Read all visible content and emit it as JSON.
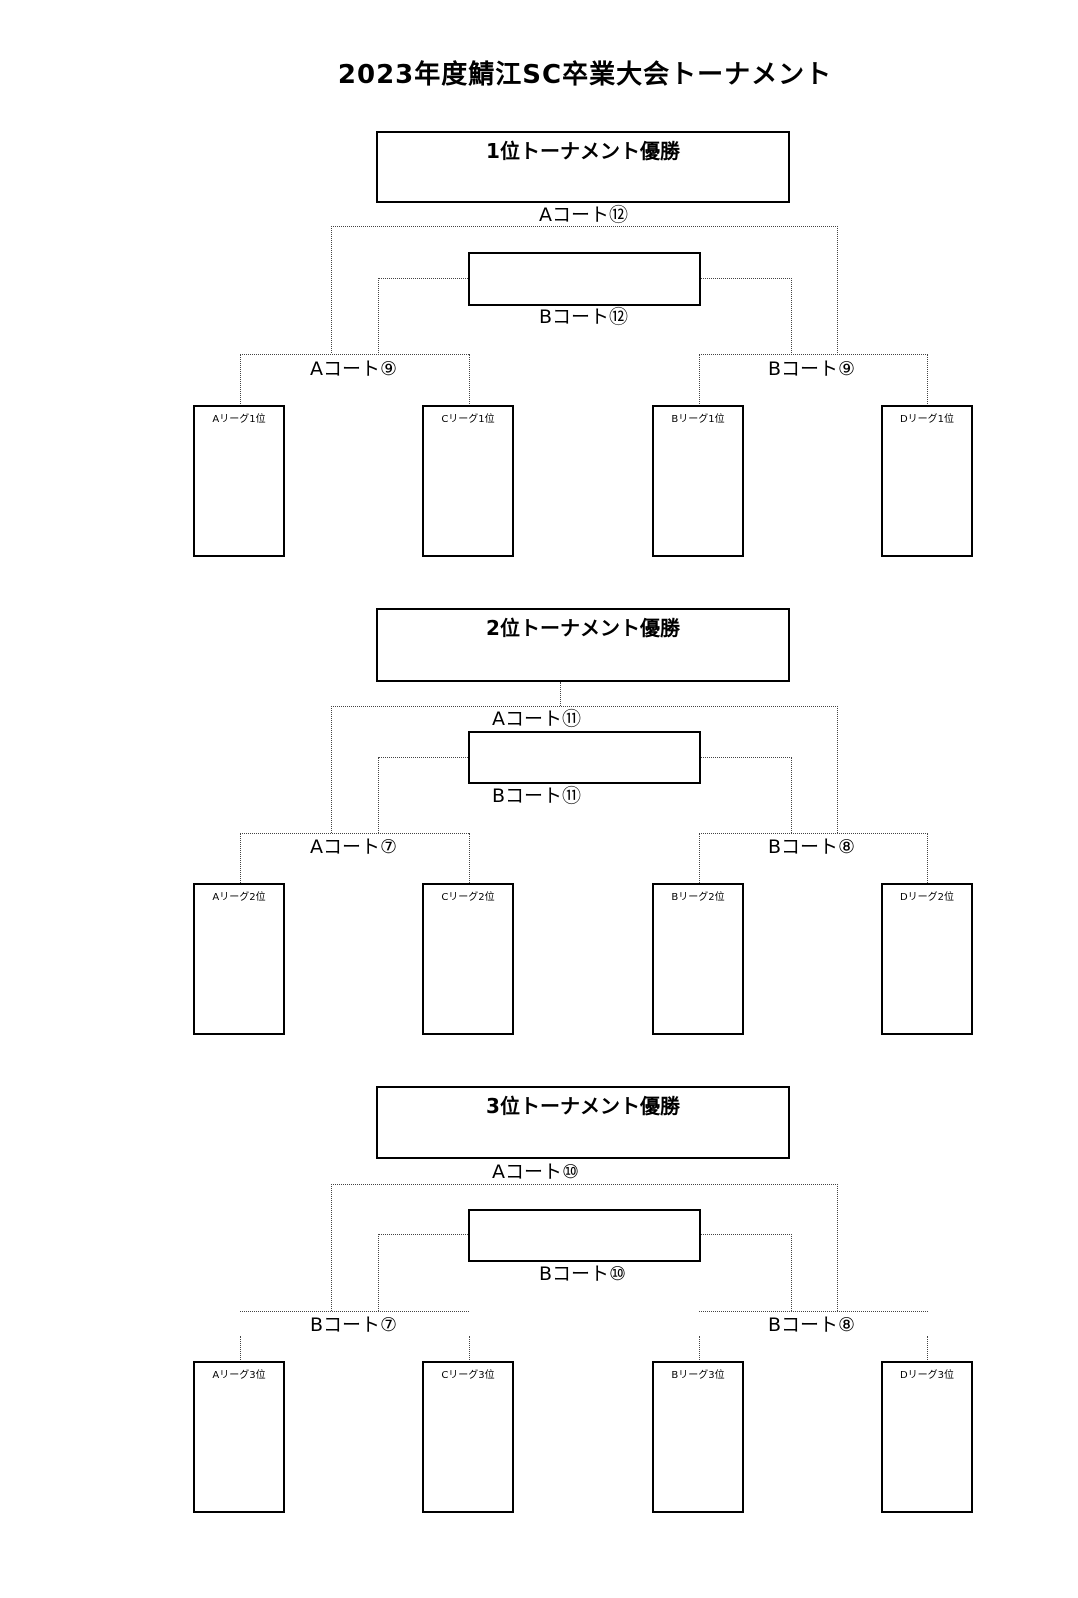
{
  "title": "2023年度鯖江SC卒業大会トーナメント",
  "sections": [
    {
      "champion_label": "1位トーナメント優勝",
      "final_courts": [
        "Aコート⑫",
        "Bコート⑫"
      ],
      "semi_courts": [
        "Aコート⑨",
        "Bコート⑨"
      ],
      "teams": [
        "Aリーグ1位",
        "Cリーグ1位",
        "Bリーグ1位",
        "Dリーグ1位"
      ]
    },
    {
      "champion_label": "2位トーナメント優勝",
      "final_courts": [
        "Aコート⑪",
        "Bコート⑪"
      ],
      "semi_courts": [
        "Aコート⑦",
        "Bコート⑧"
      ],
      "teams": [
        "Aリーグ2位",
        "Cリーグ2位",
        "Bリーグ2位",
        "Dリーグ2位"
      ]
    },
    {
      "champion_label": "3位トーナメント優勝",
      "final_courts": [
        "Aコート⑩",
        "Bコート⑩"
      ],
      "semi_courts": [
        "Bコート⑦",
        "Bコート⑧"
      ],
      "teams": [
        "Aリーグ3位",
        "Cリーグ3位",
        "Bリーグ3位",
        "Dリーグ3位"
      ]
    }
  ]
}
